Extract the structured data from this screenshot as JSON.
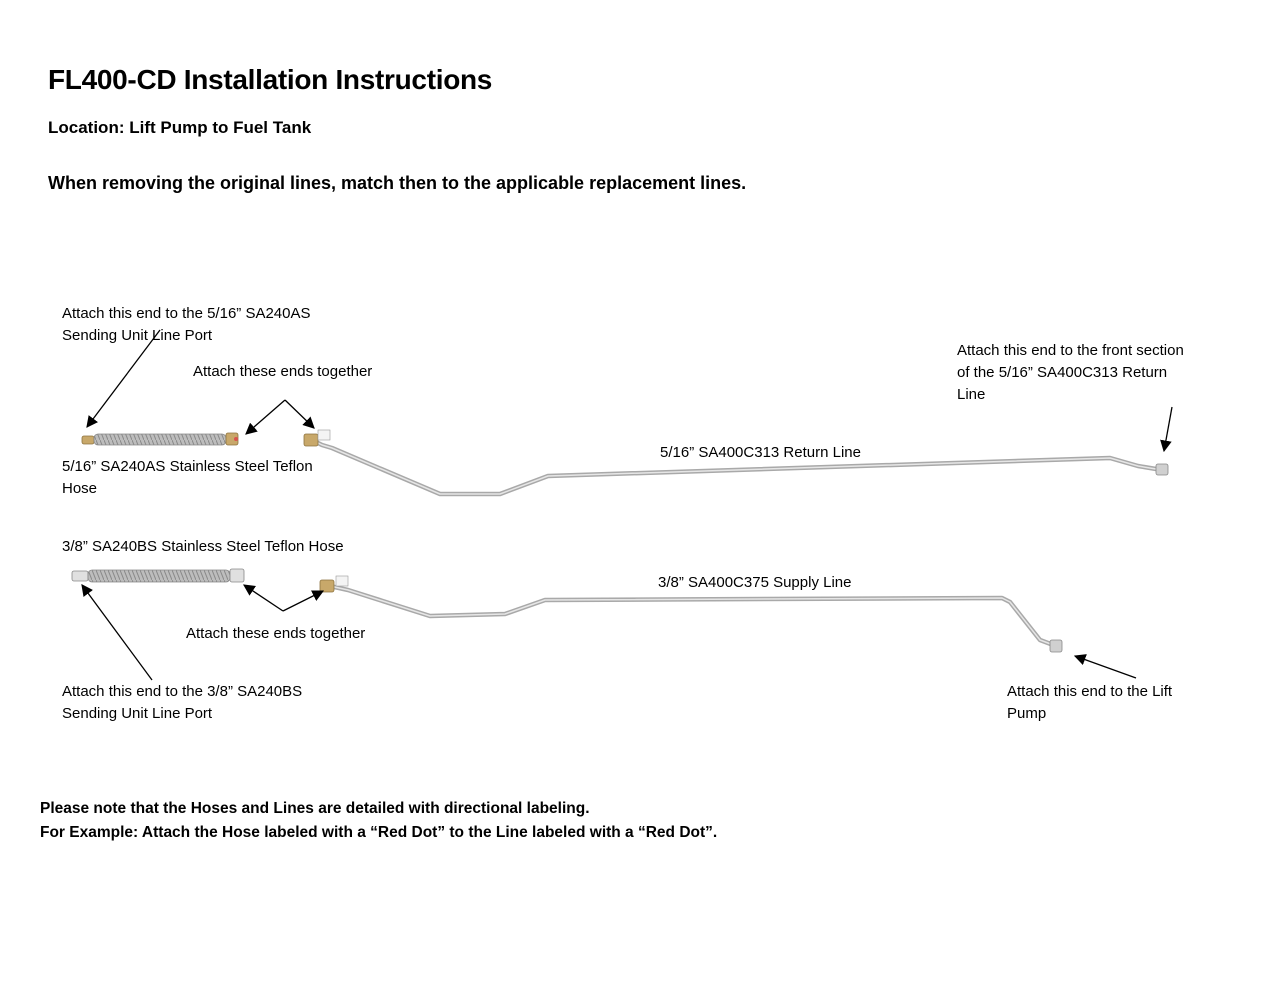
{
  "header": {
    "title": "FL400-CD Installation Instructions",
    "location": "Location: Lift Pump to Fuel Tank",
    "instruction": "When removing the original lines, match then to the applicable replacement lines."
  },
  "labels": {
    "top_hose_end_1": "Attach  this end to the 5/16” SA240AS",
    "top_hose_end_2": "Sending Unit Line Port",
    "top_together": "Attach these ends together",
    "top_hose_name_1": "5/16” SA240AS Stainless Steel Teflon",
    "top_hose_name_2": "Hose",
    "return_line": "5/16” SA400C313 Return Line",
    "return_end_1": "Attach this end to the front section",
    "return_end_2": "of the 5/16” SA400C313 Return",
    "return_end_3": "Line",
    "bottom_hose_name": "3/8” SA240BS Stainless Steel Teflon Hose",
    "supply_line": "3/8” SA400C375 Supply Line",
    "bottom_together": "Attach these ends together",
    "bottom_hose_end_1": "Attach  this end to the  3/8” SA240BS",
    "bottom_hose_end_2": "Sending Unit Line Port",
    "lift_pump_1": "Attach this end to the Lift",
    "lift_pump_2": "Pump"
  },
  "notes": {
    "line1": "Please note that the Hoses and Lines are detailed with directional labeling.",
    "line2": "For Example: Attach the Hose labeled with a “Red Dot” to the Line labeled with a “Red Dot”."
  },
  "colors": {
    "tube": "#b9b9b9",
    "tube_highlight": "#e6e6e6",
    "fitting_brass": "#c8a86a",
    "fitting_steel": "#d0d0d0",
    "red_dot": "#d9534f"
  }
}
